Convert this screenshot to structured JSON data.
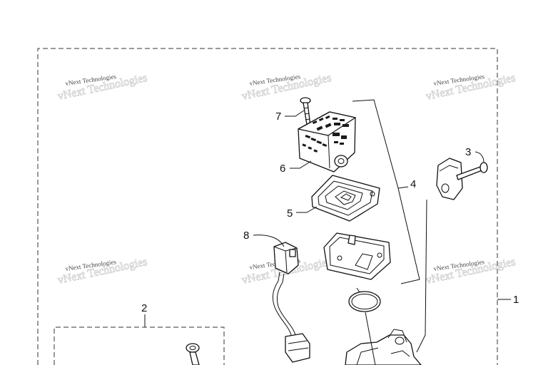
{
  "watermark": {
    "text": "vNext Technologies"
  },
  "callouts": {
    "c1": "1",
    "c2": "2",
    "c3": "3",
    "c4": "4",
    "c5": "5",
    "c6": "6",
    "c7": "7",
    "c8": "8"
  }
}
